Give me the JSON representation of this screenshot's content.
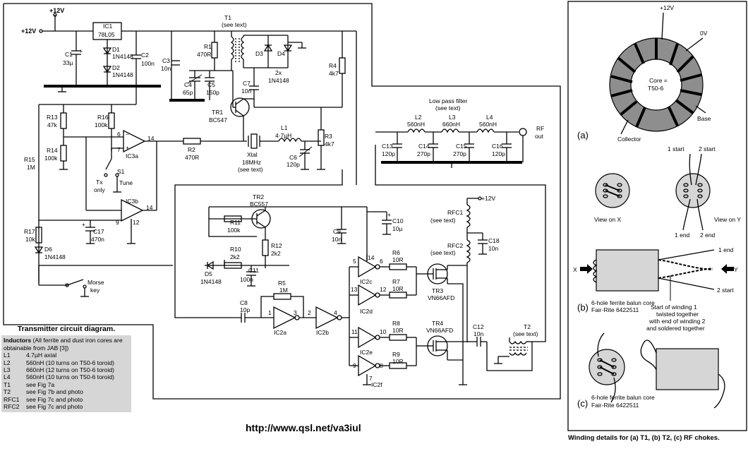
{
  "schematic": {
    "supply": {
      "vcc_top": "+12V",
      "vcc_left": "+12V",
      "vcc_rfc": "+12V"
    },
    "ic1": {
      "name": "IC1",
      "part": "78L05"
    },
    "diodes": {
      "d1": "D1",
      "d1_part": "1N4148",
      "d2": "D2",
      "d2_part": "1N4148",
      "d3": "D3",
      "d4": "D4",
      "d34_part": "2x",
      "d34_part2": "1N4148",
      "d5": "D5",
      "d5_part": "1N4148",
      "d6": "D6",
      "d6_part": "1N4148"
    },
    "t1": {
      "name": "T1",
      "note": "(see text)"
    },
    "t2": {
      "name": "T2",
      "note": "(see text)"
    },
    "resistors": {
      "r1": "R1",
      "r1v": "470R",
      "r2": "R2",
      "r2v": "470R",
      "r3": "R3",
      "r3v": "4k7",
      "r4": "R4",
      "r4v": "4k7",
      "r5": "R5",
      "r5v": "1M",
      "r6": "R6",
      "r6v": "10R",
      "r7": "R7",
      "r7v": "10R",
      "r8": "R8",
      "r8v": "10R",
      "r9": "R9",
      "r9v": "10R",
      "r10": "R10",
      "r10v": "2k2",
      "r11": "R11",
      "r11v": "100k",
      "r12": "R12",
      "r12v": "2k2",
      "r13": "R13",
      "r13v": "47k",
      "r14": "R14",
      "r14v": "100k",
      "r15": "R15",
      "r15v": "1M",
      "r16": "R16",
      "r16v": "100k",
      "r17": "R17",
      "r17v": "10k"
    },
    "caps": {
      "c1": "C1",
      "c1v": "33µ",
      "c2": "C2",
      "c2v": "100n",
      "c3": "C3",
      "c3v": "10n",
      "c4": "C4",
      "c4v": "65p",
      "c5": "C5",
      "c5v": "150p",
      "c6": "C6",
      "c6v": "120p",
      "c7": "C7",
      "c7v": "10n",
      "c8": "C8",
      "c8v": "10p",
      "c9": "C9",
      "c9v": "10n",
      "c10": "C10",
      "c10v": "10µ",
      "c11": "C11",
      "c11v": "100n",
      "c12": "C12",
      "c12v": "10n",
      "c13": "C13",
      "c13v": "120p",
      "c14": "C14",
      "c14v": "270p",
      "c15": "C15",
      "c15v": "270p",
      "c16": "C16",
      "c16v": "120p",
      "c17": "C17",
      "c17v": "470n",
      "c18": "C18",
      "c18v": "10n"
    },
    "inductors": {
      "l1": "L1",
      "l1v": "4·7µH",
      "l2": "L2",
      "l2v": "560nH",
      "l3": "L3",
      "l3v": "660nH",
      "l4": "L4",
      "l4v": "560nH",
      "rfc1": "RFC1",
      "rfc1n": "(see text)",
      "rfc2": "RFC2",
      "rfc2n": "(see text)"
    },
    "transistors": {
      "tr1": "TR1",
      "tr1p": "BC547",
      "tr2": "TR2",
      "tr2p": "BC557",
      "tr3": "TR3",
      "tr3p": "VN66AFD",
      "tr4": "TR4",
      "tr4p": "VN66AFD"
    },
    "xtal": {
      "name": "Xtal",
      "freq": "18MHz",
      "note": "(see text)"
    },
    "ics": {
      "ic3a": "IC3a",
      "ic3b": "IC3b",
      "ic2a": "IC2a",
      "ic2b": "IC2b",
      "ic2c": "IC2c",
      "ic2d": "IC2d",
      "ic2e": "IC2e",
      "ic2f": "IC2f"
    },
    "pins": {
      "p6": "6",
      "p7": "7",
      "p14": "14",
      "p9": "9",
      "p12": "12",
      "p1": "1",
      "p2": "2",
      "p3": "3",
      "p4": "4",
      "p5": "5",
      "p13": "13",
      "p11": "11",
      "p10": "10",
      "p8": "8",
      "p7b": "7"
    },
    "switch": {
      "name": "S1",
      "tx": "Tx",
      "only": "only",
      "tune": "Tune"
    },
    "morse": {
      "l1": "Morse",
      "l2": "key"
    },
    "lpf": {
      "title": "Low pass filter",
      "note": "(see text)"
    },
    "rf": {
      "l1": "RF",
      "l2": "out"
    }
  },
  "legend": {
    "title": "Transmitter circuit diagram.",
    "heading": "Inductors",
    "intro": " (All ferrite and dust iron cores are obtainable from JAB [3])",
    "rows": [
      {
        "k": "L1",
        "v": "4.7µH axial"
      },
      {
        "k": "L2",
        "v": "560nH (10 turns on T50-6 toroid)"
      },
      {
        "k": "L3",
        "v": "660nH (12 turns on T50-6 toroid)"
      },
      {
        "k": "L4",
        "v": "560nH (10 turns on T50-6 toroid)"
      },
      {
        "k": "T1",
        "v": "see Fig 7a"
      },
      {
        "k": "T2",
        "v": "see Fig 7b and photo"
      },
      {
        "k": "RFC1",
        "v": "see Fig 7c and photo"
      },
      {
        "k": "RFC2",
        "v": "see Fig 7c and photo"
      }
    ]
  },
  "url": "http://www.qsl.net/va3iul",
  "winding": {
    "a": {
      "label": "(a)",
      "plus12": "+12V",
      "zero": "0V",
      "core1": "Core =",
      "core2": "T50-6",
      "base": "Base",
      "collector": "Collector"
    },
    "viewx": "View on X",
    "viewy": "View on Y",
    "start1": "1 start",
    "start2": "2 start",
    "end1": "1 end",
    "end2": "2 end",
    "b": {
      "label": "(b)",
      "core1": "6-hole ferrite balun core",
      "core2": "Fair-Rite 6422511",
      "x": "X",
      "y": "Y",
      "e1": "1 end",
      "s2": "2 start",
      "n1": "Start of winding 1",
      "n2": "twisted together",
      "n3": "with end of winding 2",
      "n4": "and soldered together"
    },
    "c": {
      "label": "(c)",
      "core1": "6-hole ferrite balun core",
      "core2": "Fair-Rite 6422511"
    },
    "caption": "Winding details for (a) T1, (b) T2, (c) RF chokes."
  }
}
